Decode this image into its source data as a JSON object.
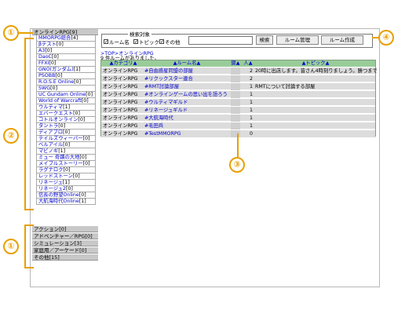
{
  "sidebar": {
    "categories": [
      {
        "label": "オンラインRPG",
        "count": "[9]"
      },
      {
        "label": "アクション",
        "count": "[0]"
      },
      {
        "label": "アドベンチャー／RPG",
        "count": "[0]"
      },
      {
        "label": "シミュレーション",
        "count": "[3]"
      },
      {
        "label": "家庭用／アーケード",
        "count": "[0]"
      },
      {
        "label": "その他",
        "count": "[15]"
      }
    ],
    "subcategories": [
      {
        "label": "MMORPG総合",
        "count": "[4]"
      },
      {
        "label": "βテスト",
        "count": "[0]"
      },
      {
        "label": "A3",
        "count": "[0]"
      },
      {
        "label": "DaoC",
        "count": "[0]"
      },
      {
        "label": "FFXI",
        "count": "[0]"
      },
      {
        "label": "GNO(ガンダム)",
        "count": "[1]"
      },
      {
        "label": "PSOBB",
        "count": "[0]"
      },
      {
        "label": "R.O.S.E Online",
        "count": "[0]"
      },
      {
        "label": "SWG",
        "count": "[0]"
      },
      {
        "label": "UC Gundam Online",
        "count": "[0]"
      },
      {
        "label": "World of Warcraft",
        "count": "[0]"
      },
      {
        "label": "ウルティマ",
        "count": "[1]"
      },
      {
        "label": "エバークエスト",
        "count": "[0]"
      },
      {
        "label": "コトルオンライン",
        "count": "[0]"
      },
      {
        "label": "タントラ",
        "count": "[0]"
      },
      {
        "label": "ディアブロ",
        "count": "[0]"
      },
      {
        "label": "テイルズウィーバー",
        "count": "[0]"
      },
      {
        "label": "ベルアイル",
        "count": "[0]"
      },
      {
        "label": "マビノギ",
        "count": "[1]"
      },
      {
        "label": "ミュー 奇蹟の大地",
        "count": "[0]"
      },
      {
        "label": "メイプルストーリー",
        "count": "[0]"
      },
      {
        "label": "ラグナロク",
        "count": "[0]"
      },
      {
        "label": "レッドストーン",
        "count": "[0]"
      },
      {
        "label": "リネージュ",
        "count": "[1]"
      },
      {
        "label": "リネージュ2",
        "count": "[0]"
      },
      {
        "label": "信長の野望Online",
        "count": "[0]"
      },
      {
        "label": "大航海時代Online",
        "count": "[1]"
      }
    ]
  },
  "search": {
    "legend": "検索対象",
    "room_name": "ルーム名",
    "topic": "トピック",
    "other": "その他",
    "input_value": "",
    "search_button": "検索",
    "manage_button": "ルーム管理",
    "create_button": "ルーム作成",
    "check_mark": "✓"
  },
  "breadcrumb": ">TOP>オンラインRPG",
  "result_text": "9 件ルームがありました。",
  "table": {
    "headers": {
      "category": "▲カテゴリ▲",
      "name": "▲ルーム名▲",
      "lock": "鍵▲",
      "people": "人▲",
      "topic": "▲トピック▲"
    },
    "rows": [
      {
        "category": "オンラインRPG",
        "name": "#自由惑星同盟の部屋",
        "people": "2",
        "topic": "20時に出店します。皆さん4時刻りましょう。勝つまで"
      },
      {
        "category": "オンラインRPG",
        "name": "#リクックスター連合",
        "people": "2",
        "topic": ""
      },
      {
        "category": "オンラインRPG",
        "name": "#RMT討論部屋",
        "people": "1",
        "topic": "RMTについて討論する部屋"
      },
      {
        "category": "オンラインRPG",
        "name": "#オンラインゲームの思い出を語ろう",
        "people": "1",
        "topic": ""
      },
      {
        "category": "オンラインRPG",
        "name": "#ウルティマギルド",
        "people": "1",
        "topic": ""
      },
      {
        "category": "オンラインRPG",
        "name": "#リネージュギルド",
        "people": "1",
        "topic": ""
      },
      {
        "category": "オンラインRPG",
        "name": "#大航海時代",
        "people": "1",
        "topic": ""
      },
      {
        "category": "オンラインRPG",
        "name": "#毛田兵",
        "people": "1",
        "topic": ""
      },
      {
        "category": "オンラインRPG",
        "name": "#TestMMORPG",
        "people": "0",
        "topic": ""
      }
    ]
  },
  "callouts": [
    "①",
    "②",
    "③",
    "④",
    "①"
  ],
  "colors": {
    "accent": "#e8a000",
    "table_header": "#99cc99",
    "row": "#dcdcdc",
    "link": "#0000cc"
  }
}
